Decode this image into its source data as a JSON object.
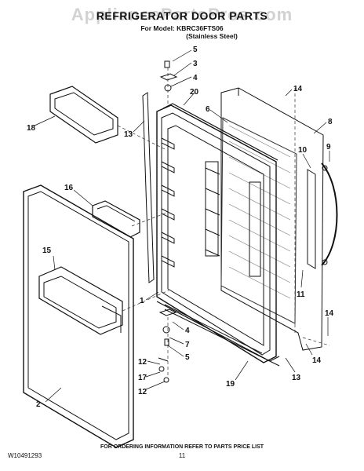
{
  "header": {
    "watermark": "AppliancePartsPros.com",
    "title": "REFRIGERATOR DOOR PARTS",
    "model_line": "For Model: KBRC36FTS06",
    "finish_line": "(Stainless Steel)"
  },
  "callouts": [
    "5",
    "3",
    "4",
    "20",
    "14",
    "6",
    "8",
    "18",
    "13",
    "10",
    "9",
    "16",
    "15",
    "11",
    "1",
    "4",
    "7",
    "5",
    "14",
    "12",
    "17",
    "12",
    "14",
    "2",
    "19",
    "13"
  ],
  "footer": {
    "note": "FOR ORDERING INFORMATION REFER TO PARTS PRICE LIST",
    "doc_number": "W10491293",
    "page_number": "11"
  }
}
